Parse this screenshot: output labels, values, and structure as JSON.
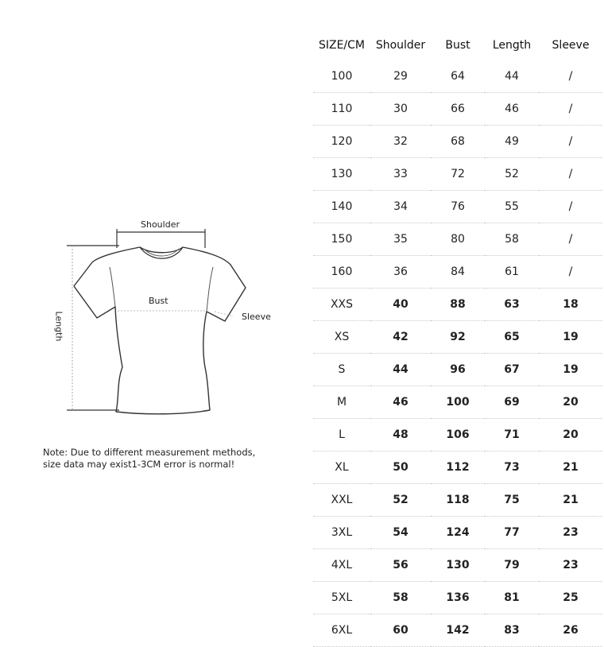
{
  "diagram": {
    "labels": {
      "shoulder": "Shoulder",
      "bust": "Bust",
      "sleeve": "Sleeve",
      "length": "Length"
    },
    "note_line1": "Note: Due to different measurement methods,",
    "note_line2": "size data may exist1-3CM error is normal!"
  },
  "table": {
    "headers": [
      "SIZE/CM",
      "Shoulder",
      "Bust",
      "Length",
      "Sleeve"
    ],
    "rows": [
      [
        "100",
        "29",
        "64",
        "44",
        "/"
      ],
      [
        "110",
        "30",
        "66",
        "46",
        "/"
      ],
      [
        "120",
        "32",
        "68",
        "49",
        "/"
      ],
      [
        "130",
        "33",
        "72",
        "52",
        "/"
      ],
      [
        "140",
        "34",
        "76",
        "55",
        "/"
      ],
      [
        "150",
        "35",
        "80",
        "58",
        "/"
      ],
      [
        "160",
        "36",
        "84",
        "61",
        "/"
      ],
      [
        "XXS",
        "40",
        "88",
        "63",
        "18"
      ],
      [
        "XS",
        "42",
        "92",
        "65",
        "19"
      ],
      [
        "S",
        "44",
        "96",
        "67",
        "19"
      ],
      [
        "M",
        "46",
        "100",
        "69",
        "20"
      ],
      [
        "L",
        "48",
        "106",
        "71",
        "20"
      ],
      [
        "XL",
        "50",
        "112",
        "73",
        "21"
      ],
      [
        "XXL",
        "52",
        "118",
        "75",
        "21"
      ],
      [
        "3XL",
        "54",
        "124",
        "77",
        "23"
      ],
      [
        "4XL",
        "56",
        "130",
        "79",
        "23"
      ],
      [
        "5XL",
        "58",
        "136",
        "81",
        "25"
      ],
      [
        "6XL",
        "60",
        "142",
        "83",
        "26"
      ]
    ]
  }
}
